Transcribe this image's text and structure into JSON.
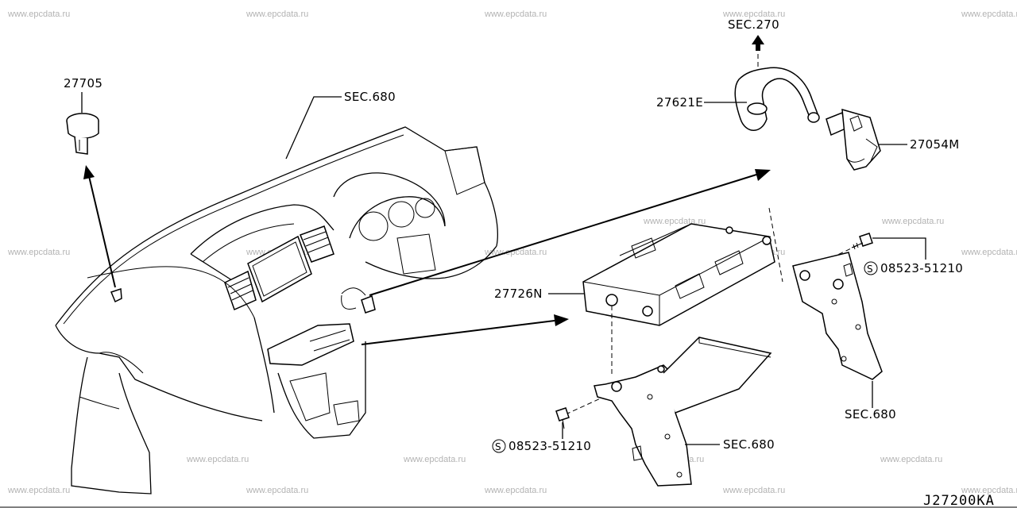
{
  "watermark": "www.epcdata.ru",
  "diagram_code": "J27200KA",
  "labels": {
    "clip_part": "27705",
    "dash_sec": "SEC.680",
    "hose_sec": "SEC.270",
    "hose_part": "27621E",
    "sensor_part": "27054M",
    "unit_part": "27726N",
    "screw_right": "08523-51210",
    "screw_left": "08523-51210",
    "bracket_right_sec": "SEC.680",
    "bracket_left_sec": "SEC.680"
  },
  "screw_symbol": "S"
}
